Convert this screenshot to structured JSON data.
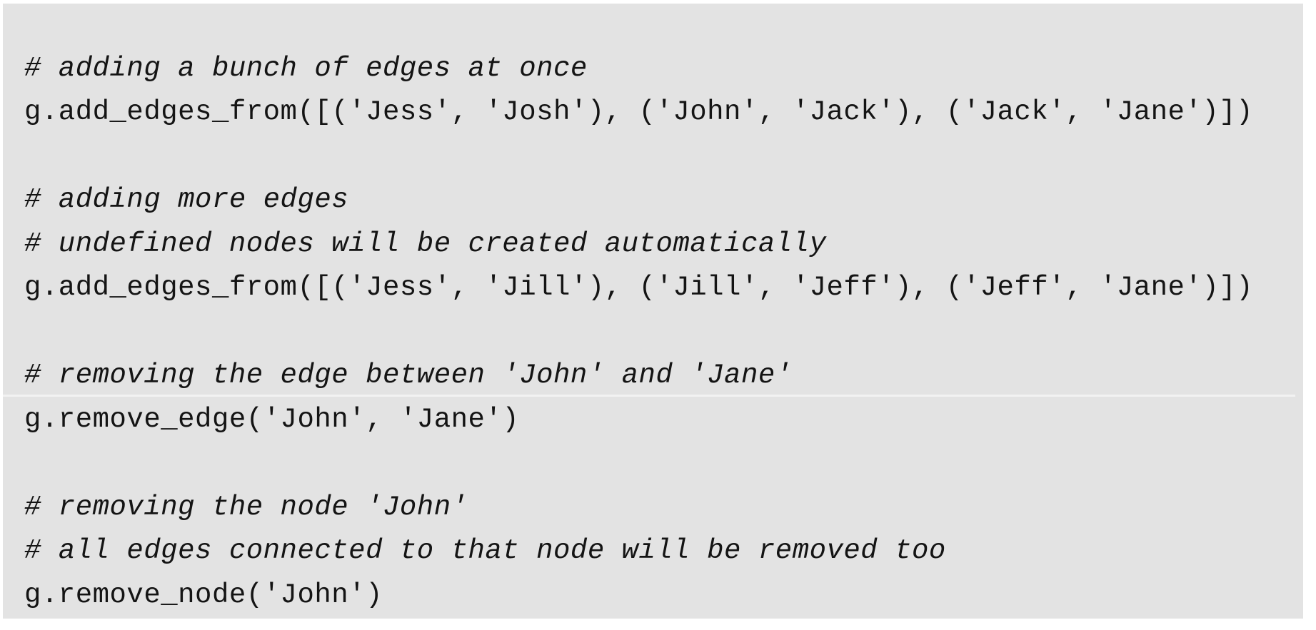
{
  "page": {
    "background_color": "#ffffff"
  },
  "code_block": {
    "background_color": "#e3e3e3",
    "text_color": "#141414",
    "seam_color": "#f2f2f2",
    "language": "python",
    "lines": [
      {
        "type": "comment",
        "text": "# adding a bunch of edges at once"
      },
      {
        "type": "code",
        "text": "g.add_edges_from([('Jess', 'Josh'), ('John', 'Jack'), ('Jack', 'Jane')])"
      },
      {
        "type": "blank",
        "text": ""
      },
      {
        "type": "comment",
        "text": "# adding more edges"
      },
      {
        "type": "comment",
        "text": "# undefined nodes will be created automatically"
      },
      {
        "type": "code",
        "text": "g.add_edges_from([('Jess', 'Jill'), ('Jill', 'Jeff'), ('Jeff', 'Jane')])"
      },
      {
        "type": "blank",
        "text": ""
      },
      {
        "type": "comment",
        "text": "# removing the edge between 'John' and 'Jane'"
      },
      {
        "type": "code",
        "text": "g.remove_edge('John', 'Jane')"
      },
      {
        "type": "blank",
        "text": ""
      },
      {
        "type": "comment",
        "text": "# removing the node 'John'"
      },
      {
        "type": "comment",
        "text": "# all edges connected to that node will be removed too"
      },
      {
        "type": "code",
        "text": "g.remove_node('John')"
      }
    ]
  }
}
